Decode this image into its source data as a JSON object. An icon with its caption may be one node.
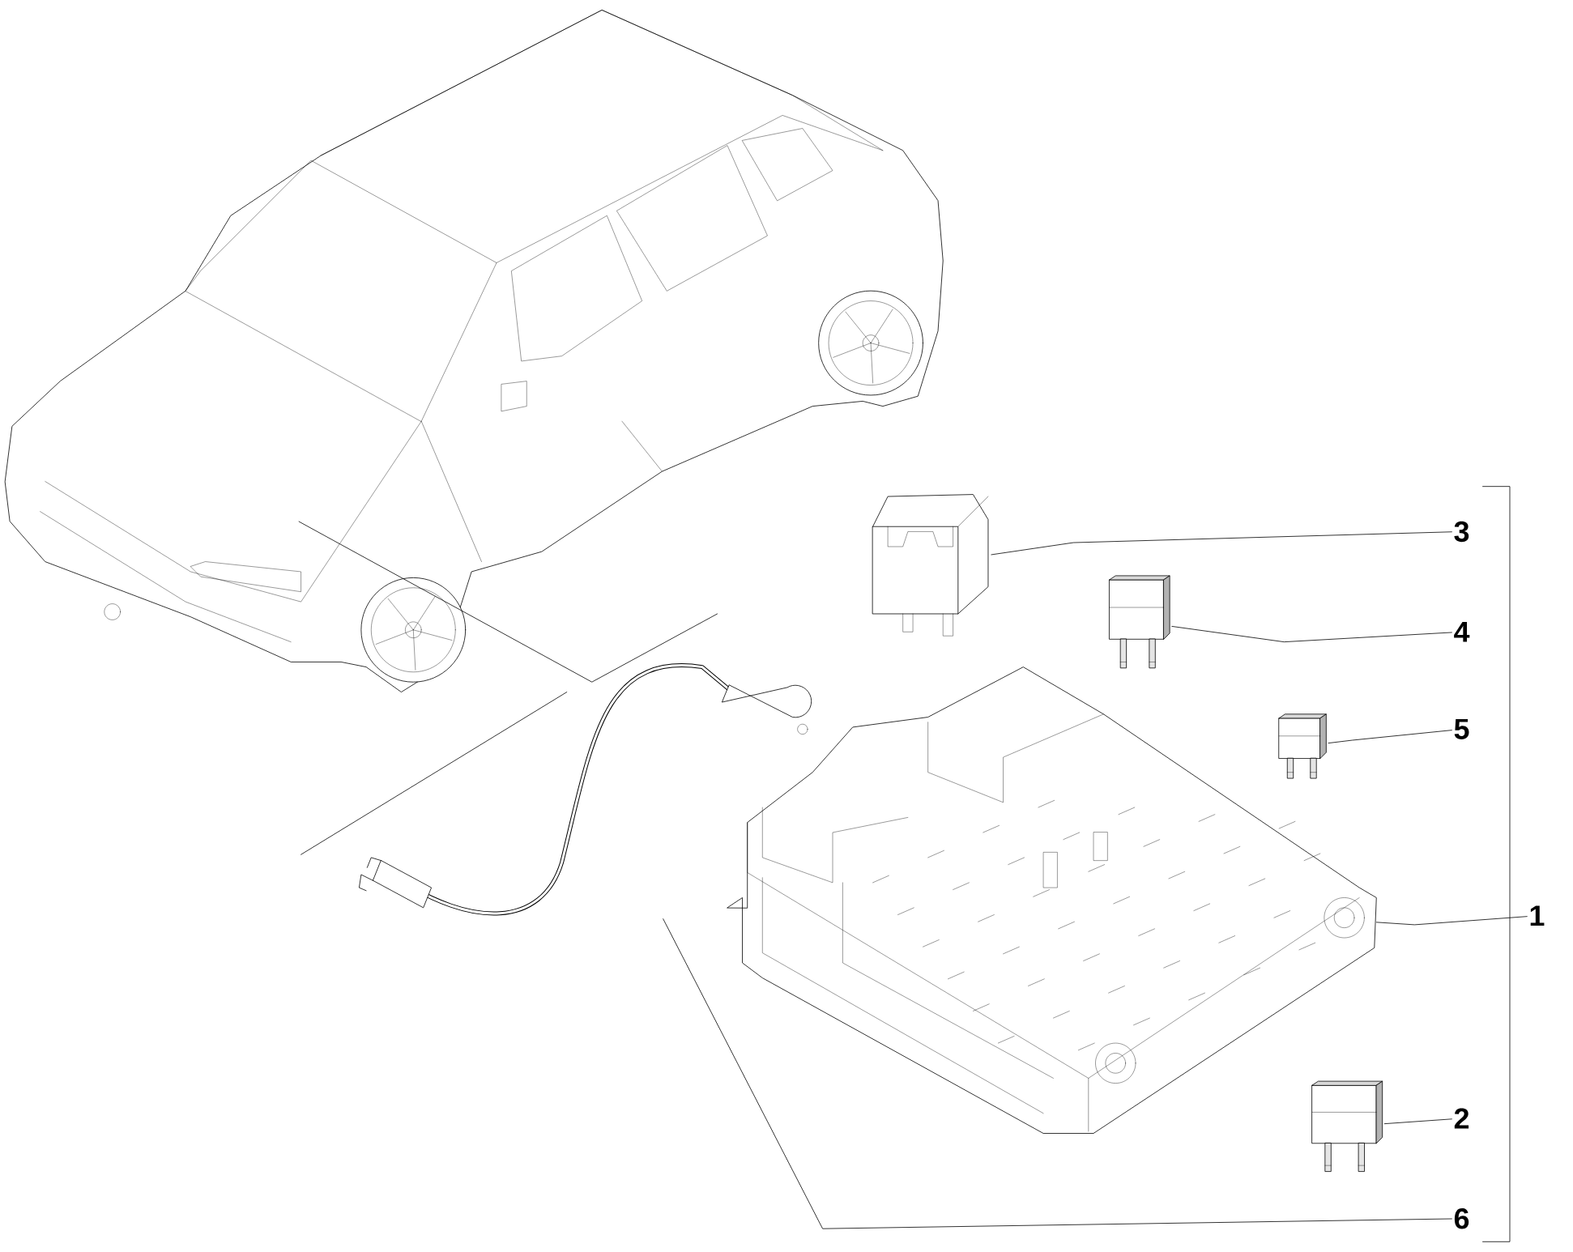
{
  "diagram": {
    "nodes": [
      {
        "text": [
          "3"
        ]
      },
      {
        "text": [
          "4"
        ]
      },
      {
        "text": [
          "5"
        ]
      },
      {
        "text": [
          "1"
        ]
      },
      {
        "text": [
          "2"
        ]
      },
      {
        "text": [
          "6"
        ]
      },
      {
        "text": [],
        "shape": "picture"
      },
      {
        "text": [],
        "shape": "picture"
      },
      {
        "text": [],
        "shape": "picture"
      },
      {
        "text": [],
        "shape": "picture"
      },
      {
        "text": [],
        "shape": "picture"
      },
      {
        "text": [],
        "shape": "picture"
      }
    ],
    "edges": [
      {
        "from": 0,
        "to": 6,
        "arrow": "none"
      },
      {
        "from": 1,
        "to": 7,
        "arrow": "none"
      },
      {
        "from": 2,
        "to": 8,
        "arrow": "none"
      },
      {
        "from": 3,
        "to": 9,
        "arrow": "none"
      },
      {
        "from": 4,
        "to": 10,
        "arrow": "none"
      },
      {
        "from": 5,
        "to": 11,
        "arrow": "none"
      }
    ]
  }
}
